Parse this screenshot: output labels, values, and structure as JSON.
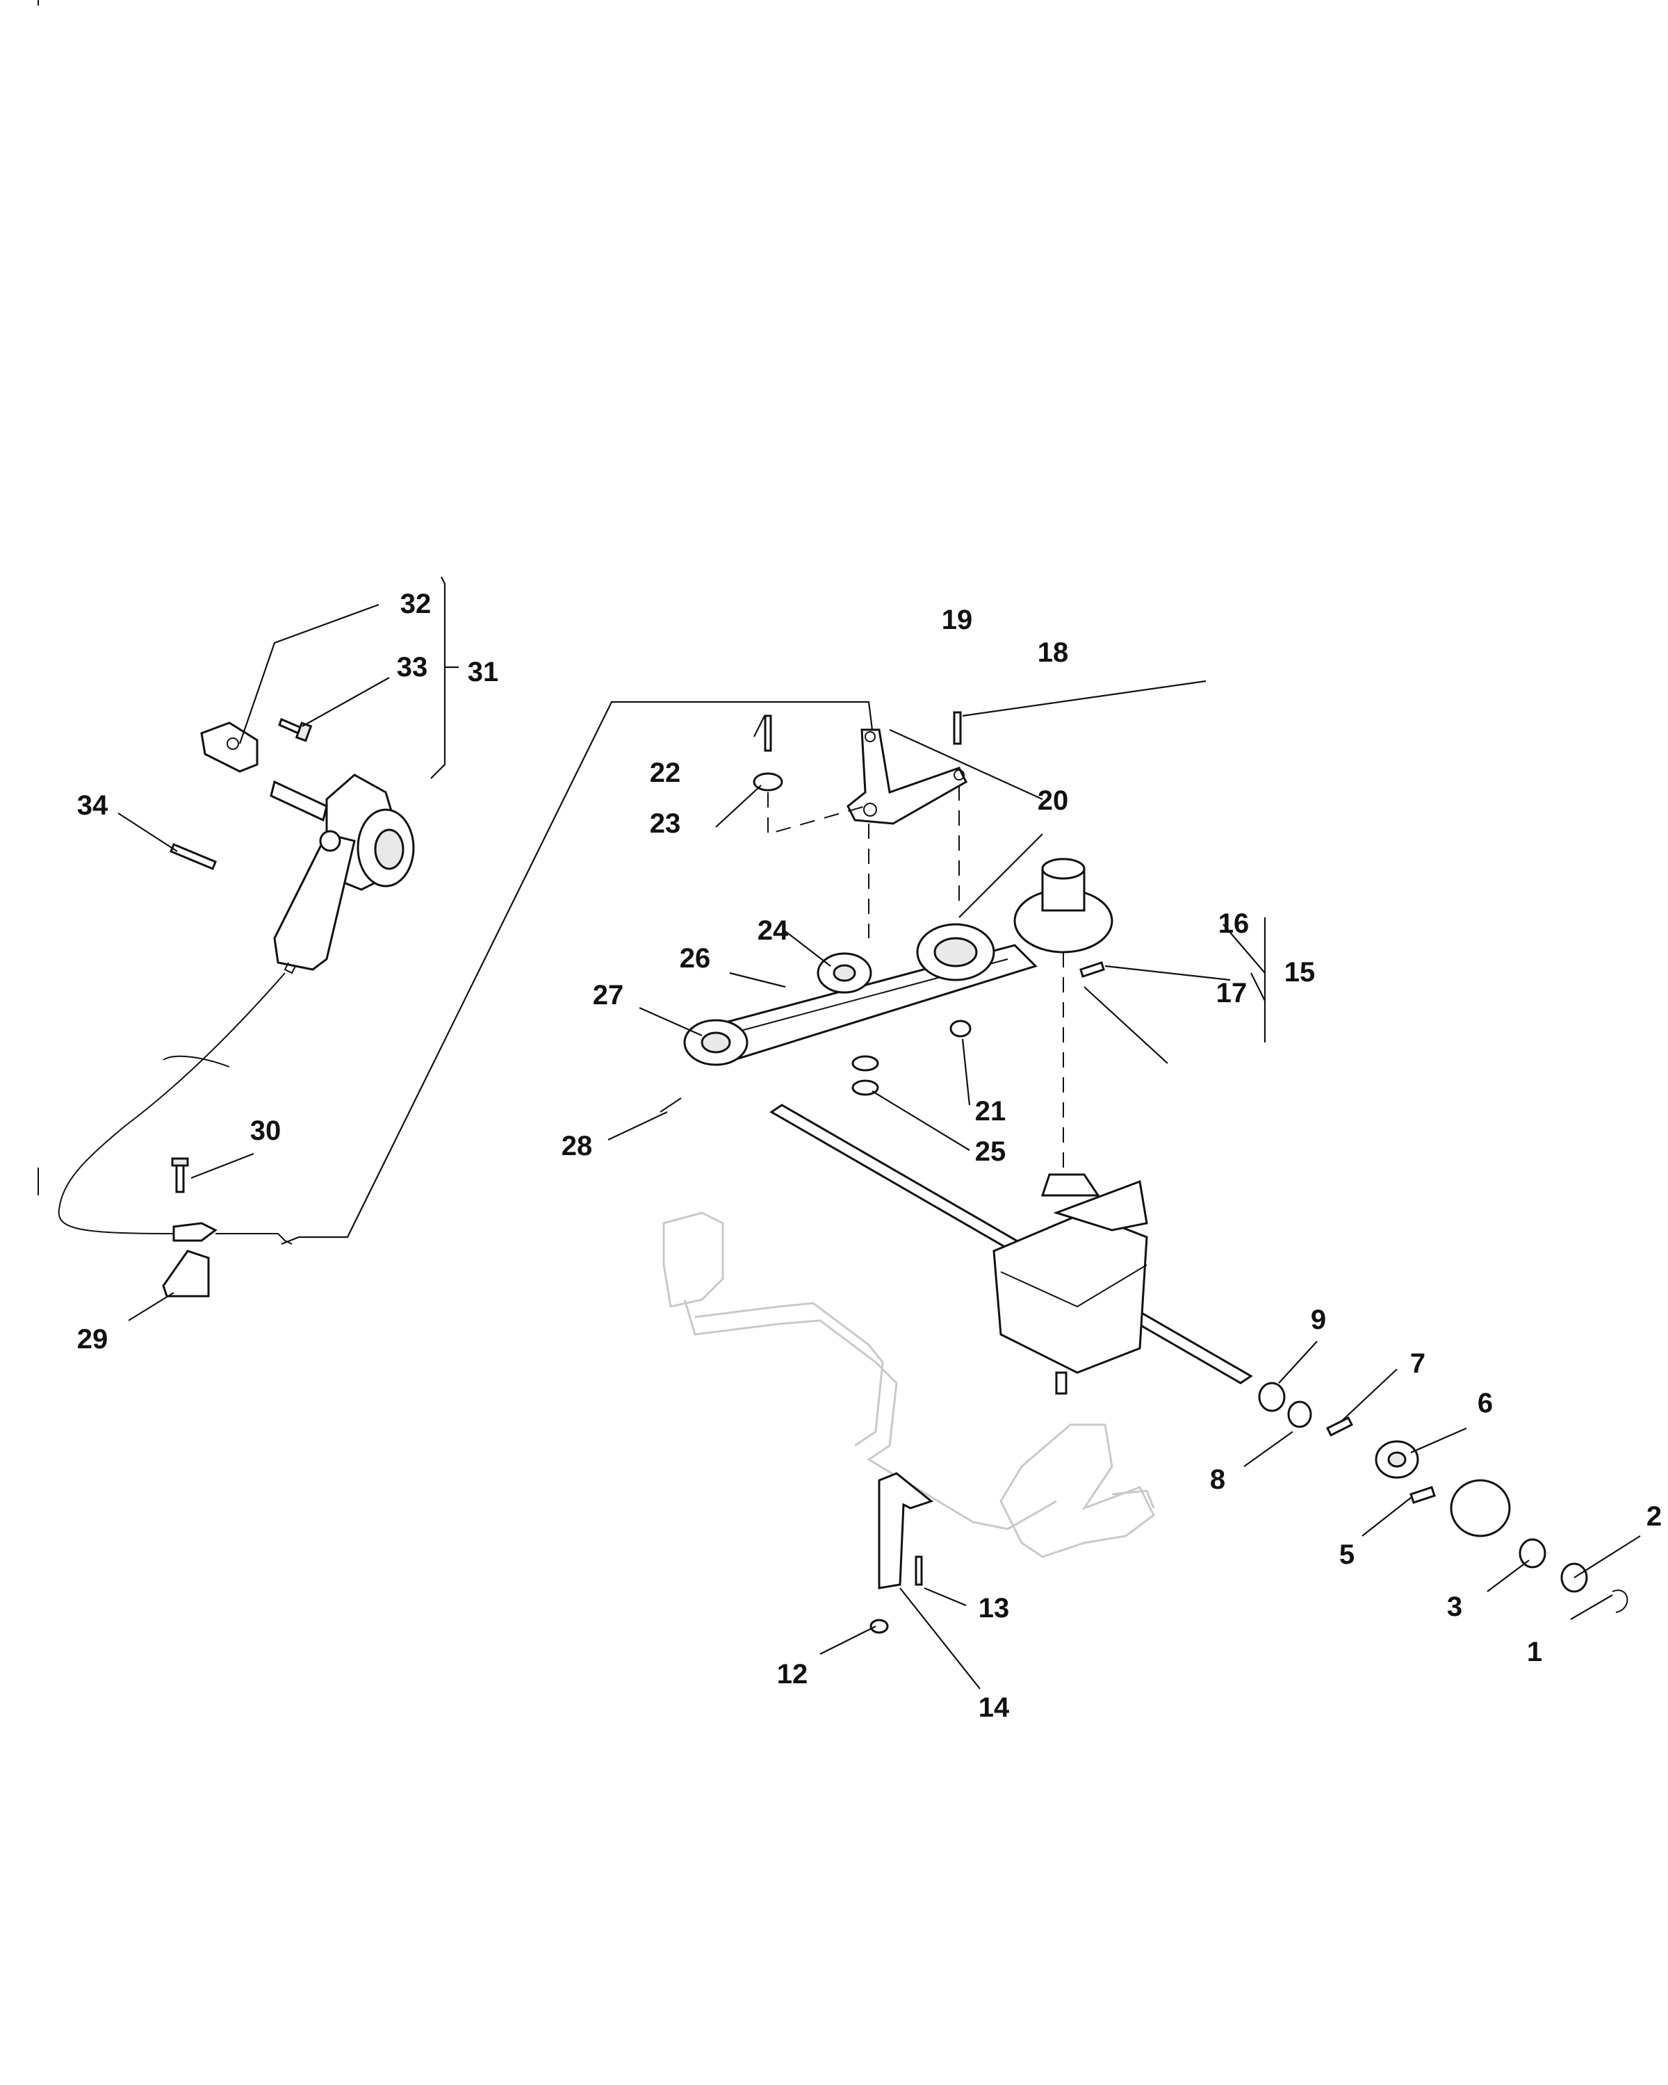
{
  "callouts": [
    {
      "id": "1",
      "label": "1"
    },
    {
      "id": "2",
      "label": "2"
    },
    {
      "id": "3",
      "label": "3"
    },
    {
      "id": "5",
      "label": "5"
    },
    {
      "id": "6",
      "label": "6"
    },
    {
      "id": "7",
      "label": "7"
    },
    {
      "id": "8",
      "label": "8"
    },
    {
      "id": "9",
      "label": "9"
    },
    {
      "id": "12",
      "label": "12"
    },
    {
      "id": "13",
      "label": "13"
    },
    {
      "id": "14",
      "label": "14"
    },
    {
      "id": "15",
      "label": "15"
    },
    {
      "id": "16",
      "label": "16"
    },
    {
      "id": "17",
      "label": "17"
    },
    {
      "id": "18",
      "label": "18"
    },
    {
      "id": "19",
      "label": "19"
    },
    {
      "id": "20",
      "label": "20"
    },
    {
      "id": "21",
      "label": "21"
    },
    {
      "id": "22",
      "label": "22"
    },
    {
      "id": "23",
      "label": "23"
    },
    {
      "id": "24",
      "label": "24"
    },
    {
      "id": "25",
      "label": "25"
    },
    {
      "id": "26",
      "label": "26"
    },
    {
      "id": "27",
      "label": "27"
    },
    {
      "id": "28",
      "label": "28"
    },
    {
      "id": "29",
      "label": "29"
    },
    {
      "id": "30",
      "label": "30"
    },
    {
      "id": "31",
      "label": "31"
    },
    {
      "id": "32",
      "label": "32"
    },
    {
      "id": "33",
      "label": "33"
    },
    {
      "id": "34",
      "label": "34"
    }
  ]
}
